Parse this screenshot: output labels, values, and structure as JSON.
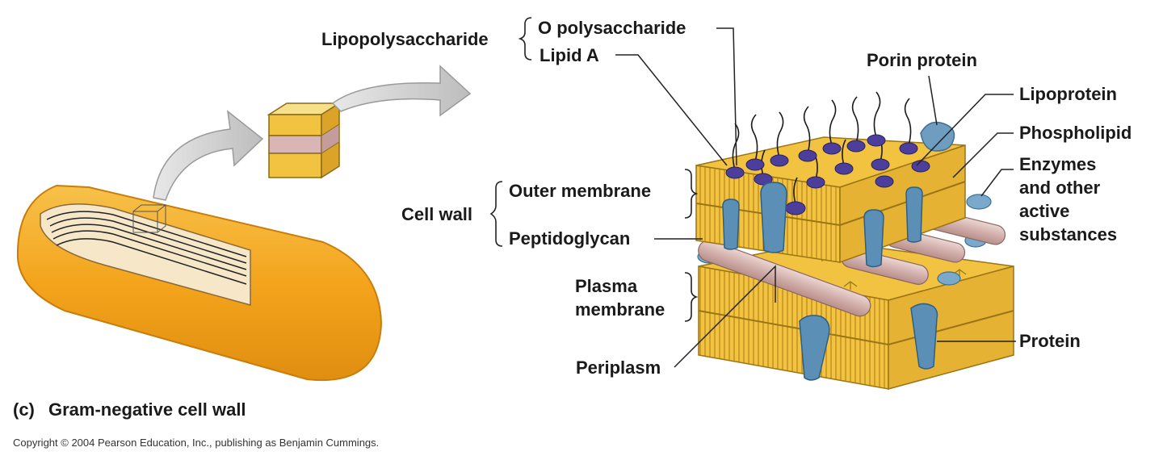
{
  "labels": {
    "lipopolysaccharide": "Lipopolysaccharide",
    "o_polysaccharide": "O polysaccharide",
    "lipid_a": "Lipid A",
    "porin_protein": "Porin protein",
    "lipoprotein": "Lipoprotein",
    "phospholipid": "Phospholipid",
    "enzymes_line1": "Enzymes",
    "enzymes_line2": "and other",
    "enzymes_line3": "active",
    "enzymes_line4": "substances",
    "cell_wall": "Cell wall",
    "outer_membrane": "Outer membrane",
    "peptidoglycan": "Peptidoglycan",
    "plasma_line1": "Plasma",
    "plasma_line2": "membrane",
    "periplasm": "Periplasm",
    "protein": "Protein"
  },
  "caption": {
    "letter": "(c)",
    "title": "Gram-negative cell wall"
  },
  "copyright": "Copyright © 2004 Pearson Education, Inc., publishing as Benjamin Cummings.",
  "colors": {
    "membrane_yellow": "#f2c340",
    "membrane_dark": "#d9a521",
    "bacterium_orange": "#f4a41c",
    "lps_purple": "#4c3f9b",
    "protein_blue": "#5b8fb5",
    "peptidoglycan_pink": "#dcc0bd",
    "arrow_gray": "#c9c9c9"
  }
}
